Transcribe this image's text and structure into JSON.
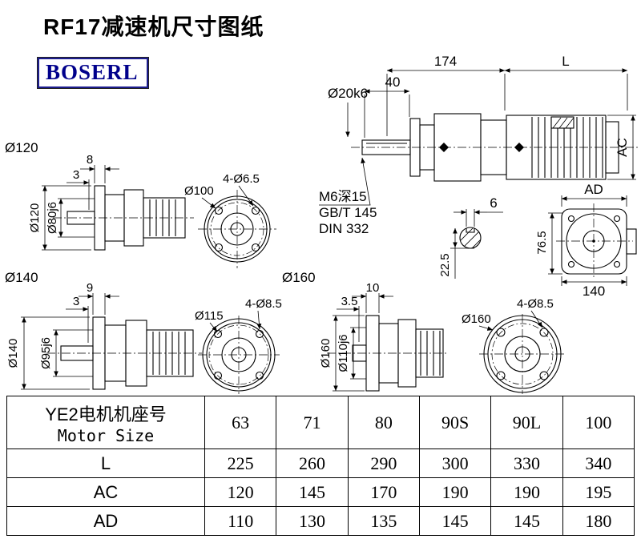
{
  "page": {
    "title": "RF17减速机尺寸图纸",
    "logo_text": "BOSERL"
  },
  "main_view": {
    "dim_length_gearbox": "174",
    "dim_length_motor": "L",
    "dim_shaft_length": "40",
    "label_shaft_diameter": "Ø20k6",
    "dim_motor_height": "AC",
    "dim_motor_width": "AD",
    "note_tap_line1": "M6深15",
    "note_tap_line2": "GB/T 145",
    "note_tap_line3": "DIN 332",
    "dim_key_width": "6",
    "dim_key_height": "22.5",
    "dim_rear_height": "76.5",
    "dim_rear_width": "140"
  },
  "flange_120": {
    "group_label": "Ø120",
    "dim_flange_thickness": "8",
    "dim_step": "3",
    "dim_flange_diameter": "Ø120",
    "dim_spigot_diameter": "Ø80j6",
    "label_bolt_circle": "Ø100",
    "label_holes": "4-Ø6.5"
  },
  "flange_140": {
    "group_label": "Ø140",
    "dim_flange_thickness": "9",
    "dim_step": "3",
    "dim_flange_diameter": "Ø140",
    "dim_spigot_diameter": "Ø95j6",
    "label_bolt_circle": "Ø115",
    "label_holes": "4-Ø8.5"
  },
  "flange_160": {
    "group_label": "Ø160",
    "dim_flange_thickness": "10",
    "dim_step": "3.5",
    "dim_flange_diameter": "Ø160",
    "dim_spigot_diameter": "Ø110j6",
    "label_front_diameter": "Ø160",
    "label_holes": "4-Ø8.5"
  },
  "table": {
    "header_cn": "YE2电机机座号",
    "header_en": "Motor Size",
    "sizes": [
      "63",
      "71",
      "80",
      "90S",
      "90L",
      "100"
    ],
    "rows": [
      {
        "label": "L",
        "values": [
          "225",
          "260",
          "290",
          "300",
          "330",
          "340"
        ]
      },
      {
        "label": "AC",
        "values": [
          "120",
          "145",
          "170",
          "190",
          "190",
          "195"
        ]
      },
      {
        "label": "AD",
        "values": [
          "110",
          "130",
          "135",
          "145",
          "145",
          "180"
        ]
      }
    ]
  }
}
